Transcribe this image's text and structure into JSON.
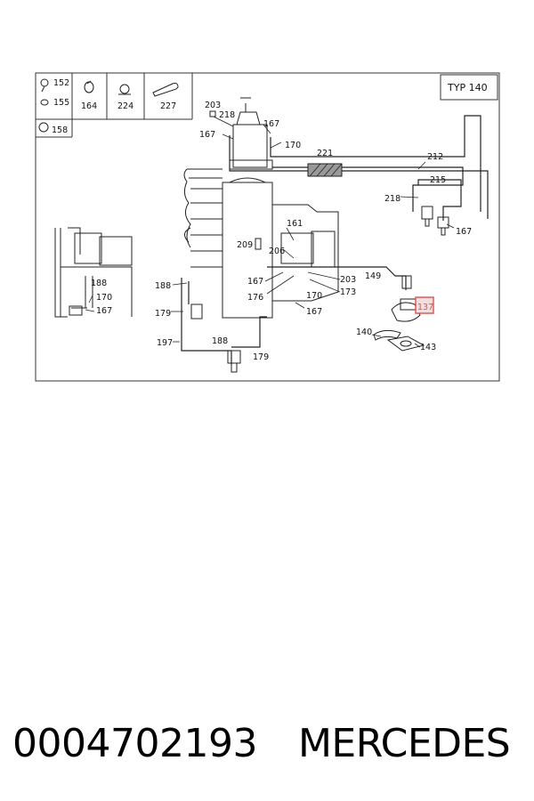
{
  "diagram": {
    "variant_label": "TYP 140",
    "legend": {
      "c1": [
        "152",
        "155",
        "158"
      ],
      "c2": "164",
      "c3": "224",
      "c4": "227"
    },
    "callouts": {
      "c203a": "203",
      "c218a": "218",
      "c167a": "167",
      "c167b": "167",
      "c170a": "170",
      "c221": "221",
      "c212": "212",
      "c215": "215",
      "c218b": "218",
      "c167c": "167",
      "c161": "161",
      "c209": "209",
      "c206": "206",
      "c188a": "188",
      "c179a": "179",
      "c197": "197",
      "c188b": "188",
      "c179b": "179",
      "c167d": "167",
      "c176": "176",
      "c203b": "203",
      "c149": "149",
      "c173": "173",
      "c170b": "170",
      "c167e": "167",
      "c137": "137",
      "c140": "140",
      "c143": "143",
      "c188c": "188",
      "c170c": "170",
      "c167f": "167"
    },
    "highlight": {
      "part": "137",
      "color": "#d9534f"
    }
  },
  "footer": {
    "part_number": "0004702193",
    "brand": "MERCEDES"
  }
}
